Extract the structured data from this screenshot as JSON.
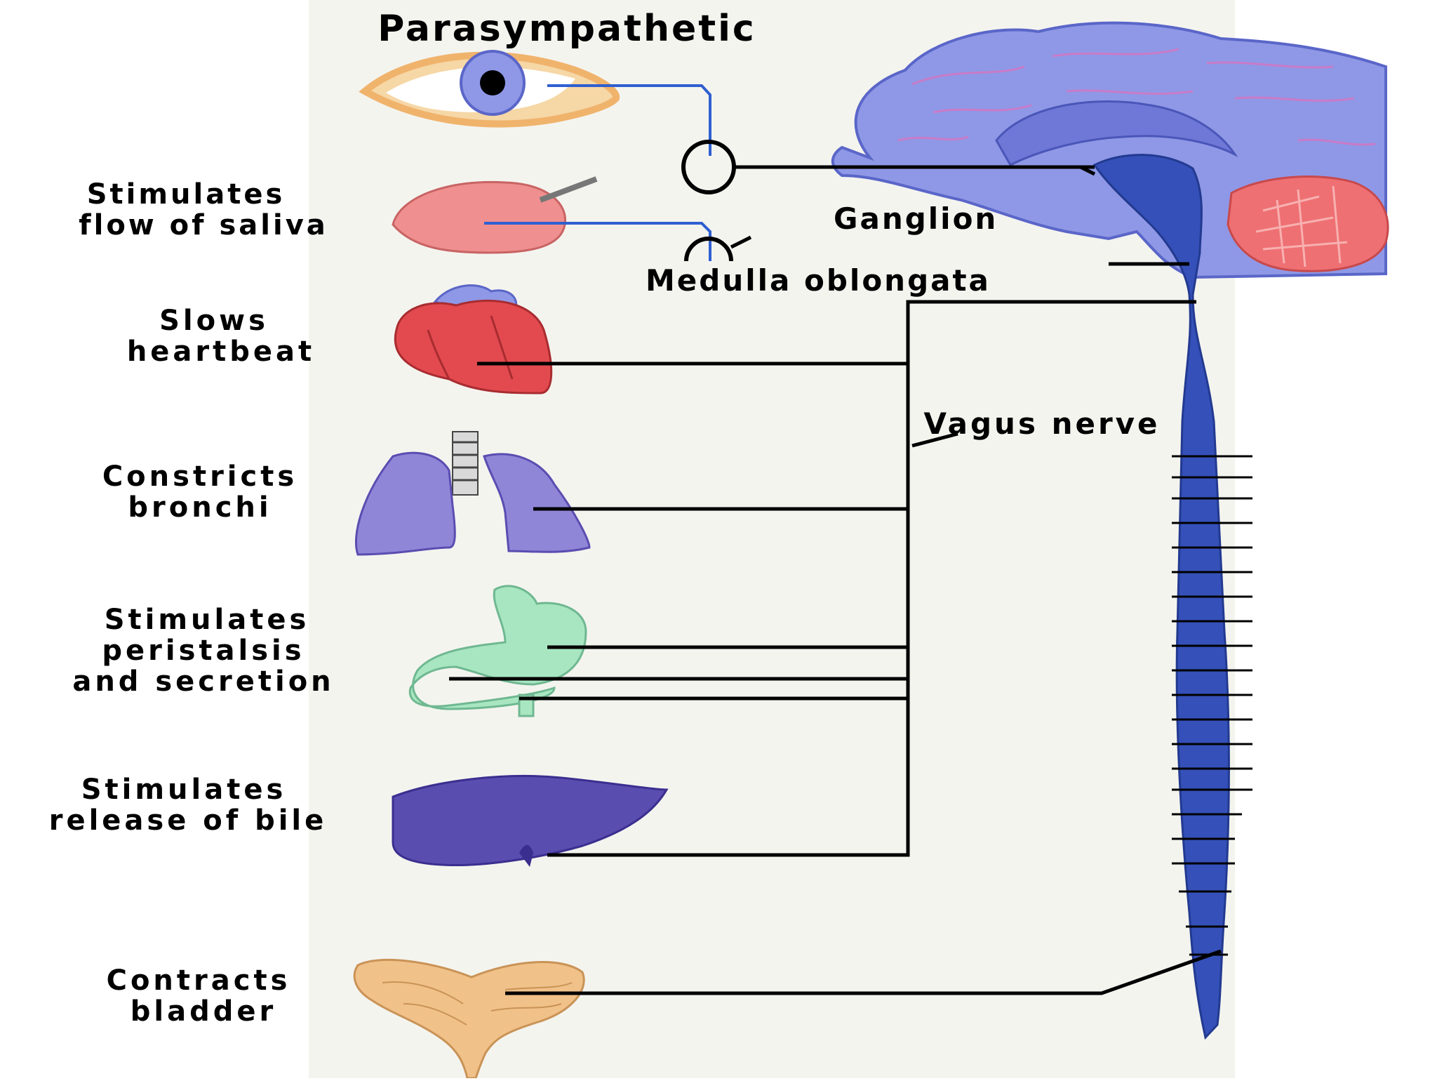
{
  "title": "Parasympathetic",
  "colors": {
    "panel_background": "#f4f4ef",
    "nerve_line": "#000000",
    "blue_nerve": "#2f5fd0",
    "brain": "#8f98e6",
    "spinal_cord": "#3550b8",
    "cerebellum": "#ee7073",
    "eye": "#f0b36c",
    "salivary_gland": "#f08f8f",
    "heart": "#e24a4f",
    "lungs": "#8f86d8",
    "stomach": "#a8e6c1",
    "liver": "#5a4db0",
    "bladder": "#f1c18a"
  },
  "labels": {
    "ganglion": "Ganglion",
    "medulla": "Medulla oblongata",
    "vagus": "Vagus nerve"
  },
  "organ_labels": {
    "saliva": [
      "Stimulates",
      "flow of saliva"
    ],
    "heart": [
      "Slows",
      "heartbeat"
    ],
    "bronchi": [
      "Constricts",
      "bronchi"
    ],
    "stomach": [
      "Stimulates",
      "peristalsis",
      "and secretion"
    ],
    "bile": [
      "Stimulates",
      "release of bile"
    ],
    "bladder": [
      "Contracts",
      "bladder"
    ]
  },
  "organs": [
    {
      "name": "eye-icon"
    },
    {
      "name": "salivary-gland-icon"
    },
    {
      "name": "heart-icon"
    },
    {
      "name": "lungs-icon"
    },
    {
      "name": "stomach-icon"
    },
    {
      "name": "liver-icon"
    },
    {
      "name": "bladder-icon"
    },
    {
      "name": "brain-icon"
    },
    {
      "name": "spinal-cord-icon"
    }
  ]
}
